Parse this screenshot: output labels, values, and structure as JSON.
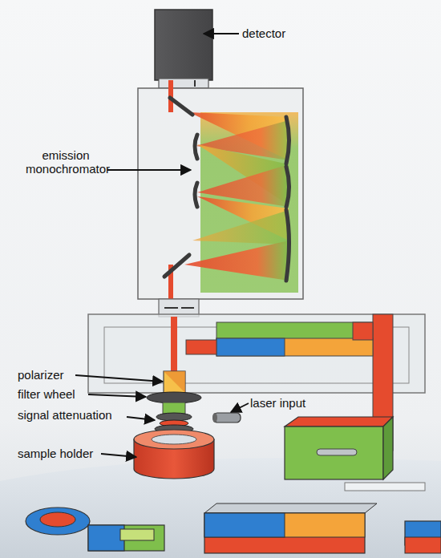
{
  "diagram": {
    "labels": [
      "detector",
      "emission monochromator",
      "polarizer",
      "filter wheel",
      "signal attenuation",
      "laser input",
      "sample holder"
    ]
  }
}
